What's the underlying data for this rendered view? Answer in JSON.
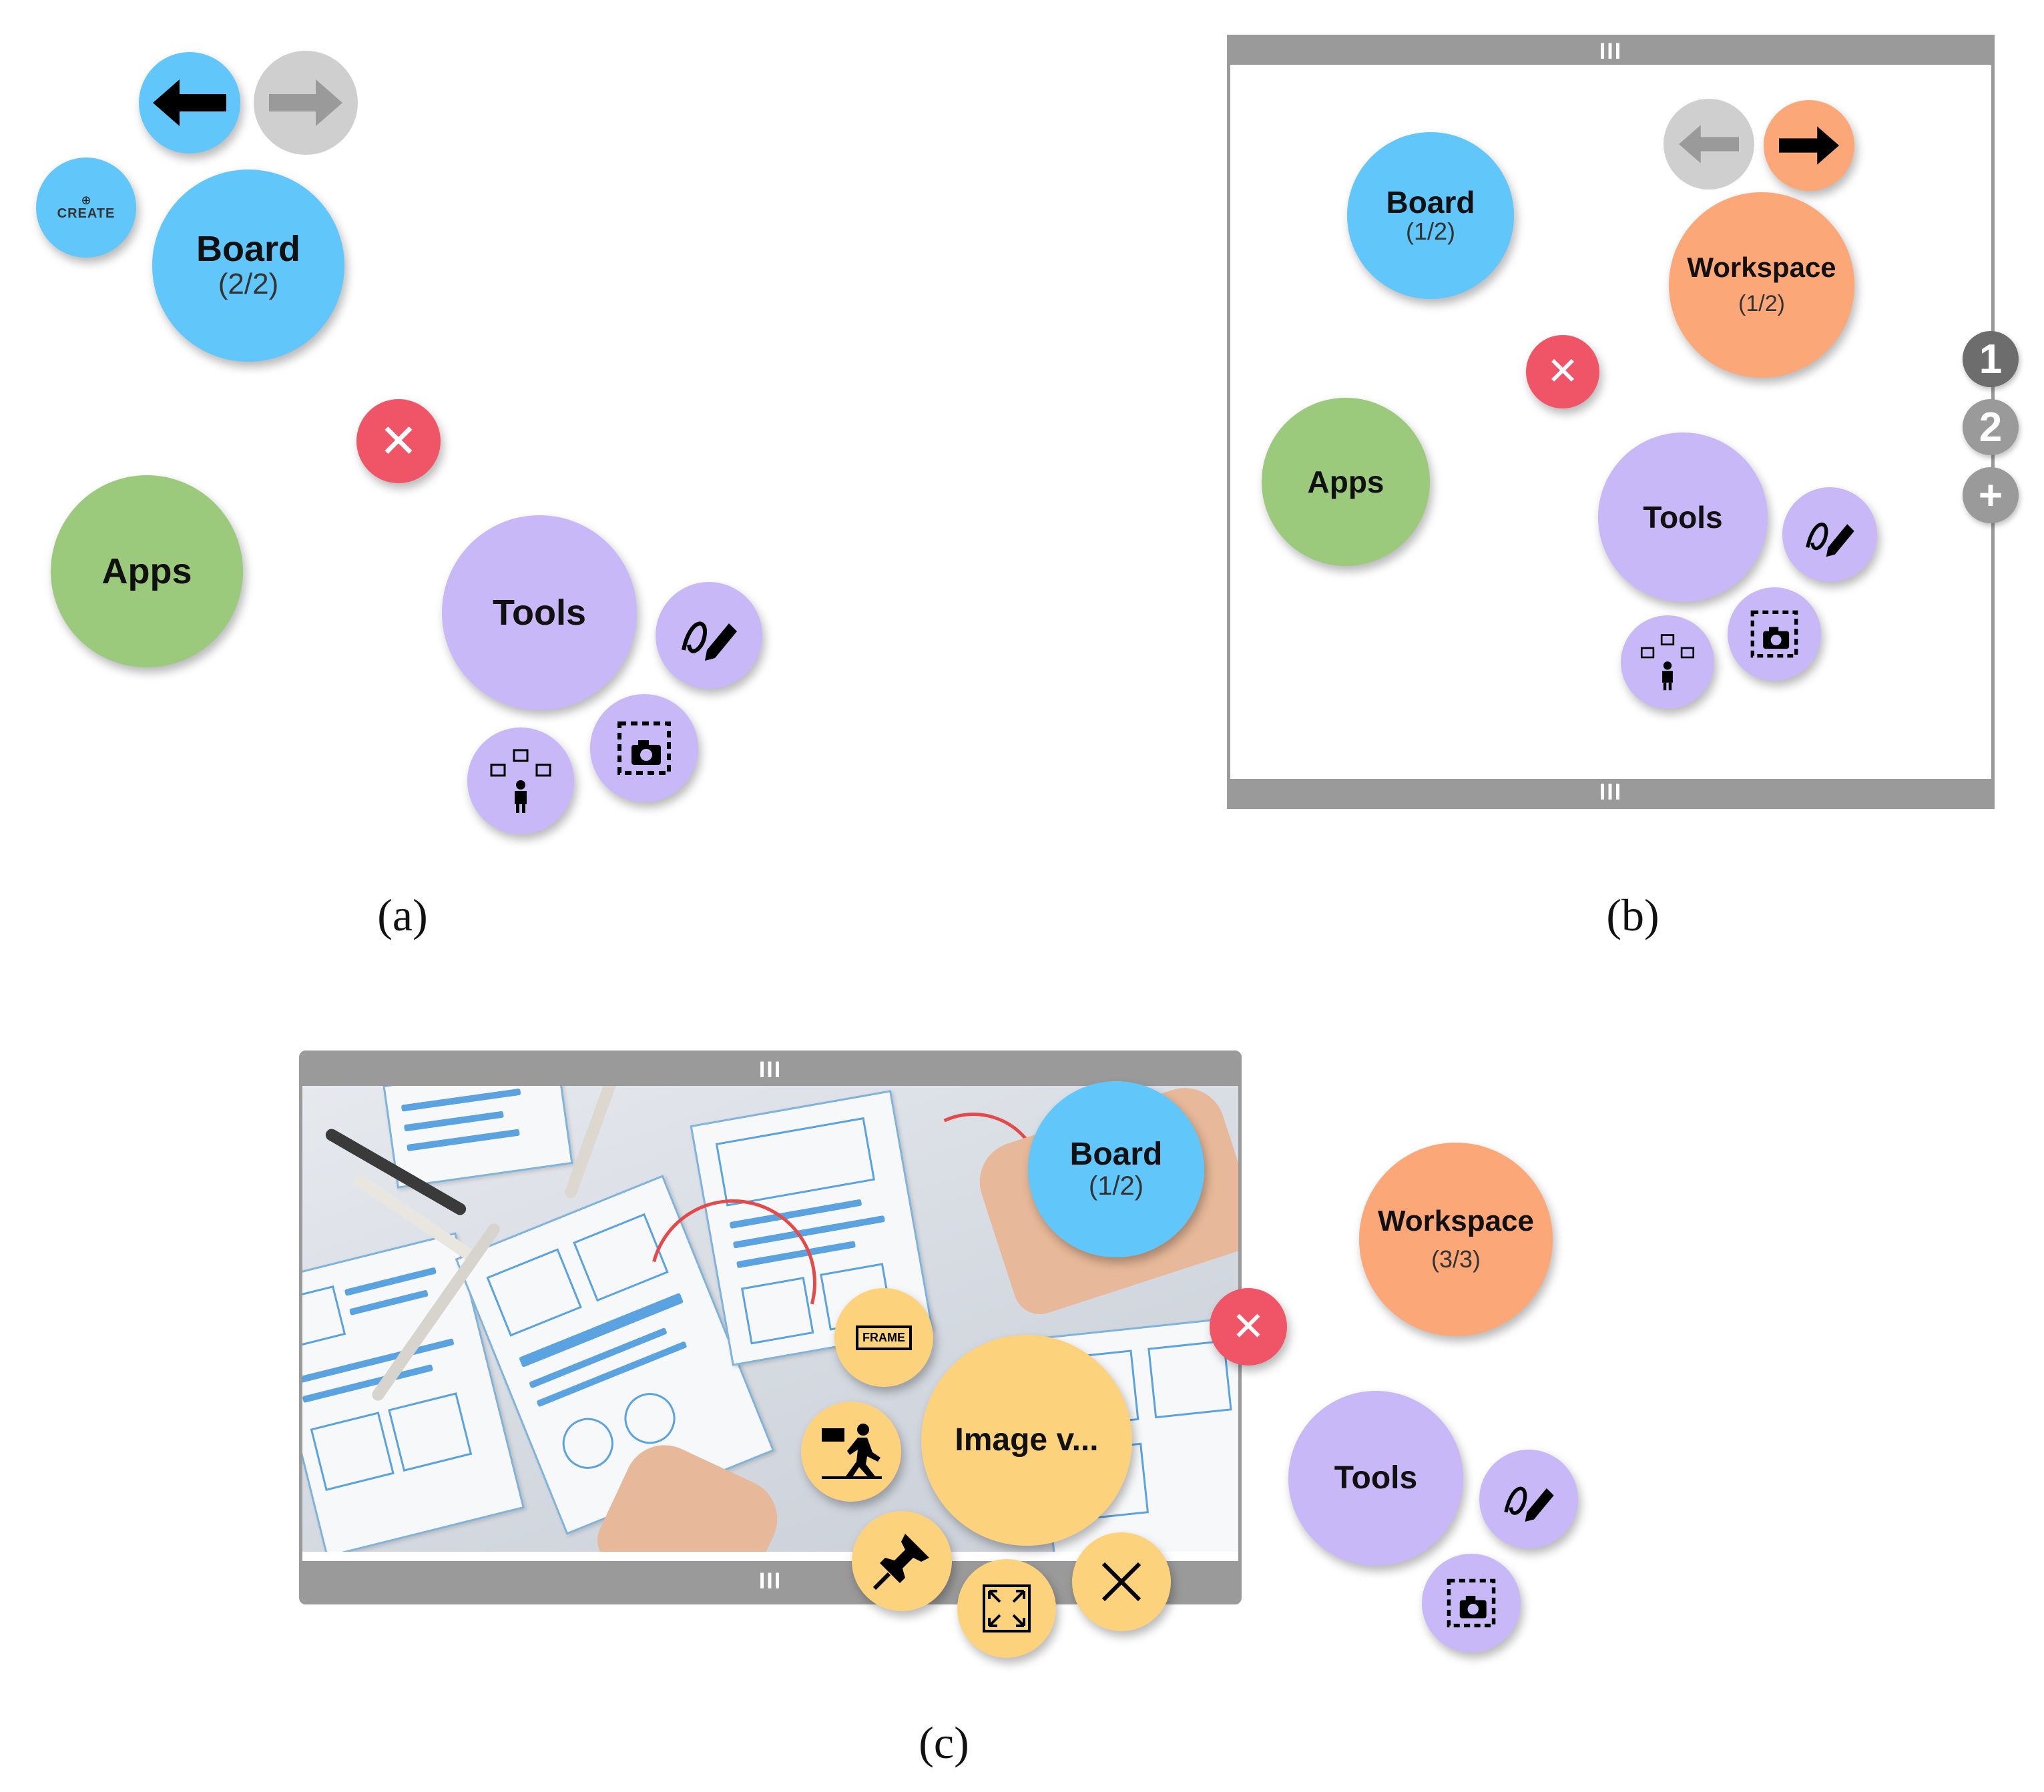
{
  "panel_a": {
    "caption": "(a)",
    "board": {
      "title": "Board",
      "count": "(2/2)"
    },
    "apps": {
      "title": "Apps"
    },
    "tools": {
      "title": "Tools"
    },
    "create_label": "CREATE",
    "back_icon": "arrow-left-icon",
    "forward_icon": "arrow-right-icon",
    "close_icon": "close-icon"
  },
  "panel_b": {
    "caption": "(b)",
    "board": {
      "title": "Board",
      "count": "(1/2)"
    },
    "workspace": {
      "title": "Workspace",
      "count": "(1/2)"
    },
    "apps": {
      "title": "Apps"
    },
    "tools": {
      "title": "Tools"
    },
    "side_pages": [
      "1",
      "2",
      "+"
    ],
    "grip": "III"
  },
  "panel_c": {
    "caption": "(c)",
    "board": {
      "title": "Board",
      "count": "(1/2)"
    },
    "workspace": {
      "title": "Workspace",
      "count": "(3/3)"
    },
    "tools": {
      "title": "Tools"
    },
    "app": {
      "title": "Image v..."
    },
    "frame_label": "FRAME",
    "grip": "III"
  },
  "colors": {
    "board": "#61c6fa",
    "apps": "#9cca7d",
    "tools": "#c9b8f8",
    "workspace": "#fca778",
    "app": "#fdd27d",
    "close": "#ef5566",
    "frame": "#9a9a9a"
  }
}
